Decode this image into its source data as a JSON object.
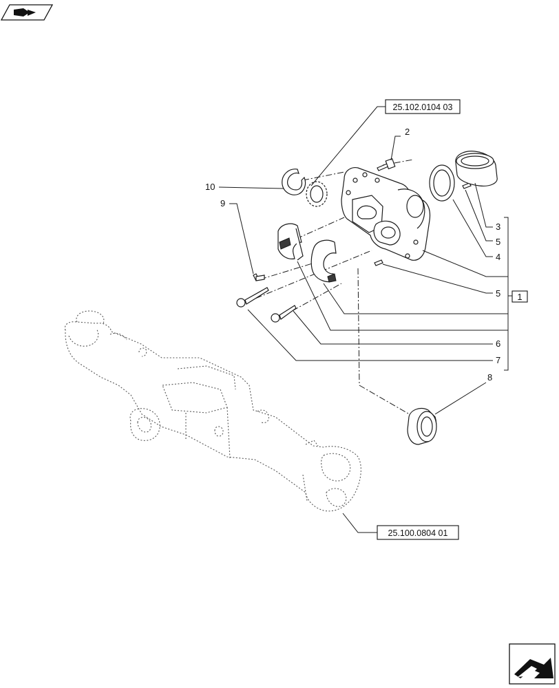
{
  "references": {
    "upper": "25.102.0104 03",
    "lower": "25.100.0804 01"
  },
  "group_box": "1",
  "callouts": {
    "c2": "2",
    "c3": "3",
    "c5a": "5",
    "c4": "4",
    "c5b": "5",
    "c6": "6",
    "c7": "7",
    "c8": "8",
    "c9": "9",
    "c10": "10"
  },
  "icons": {
    "top_left": "previous-page-arrow-icon",
    "bottom_right": "next-page-arrow-icon"
  }
}
